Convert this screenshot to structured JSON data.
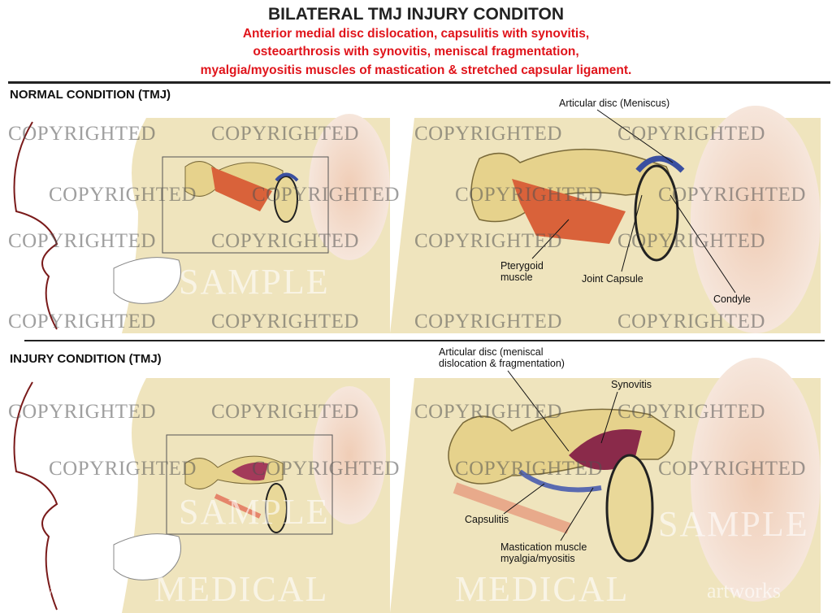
{
  "header": {
    "title": "BILATERAL TMJ INJURY CONDITON",
    "subtitle_lines": [
      "Anterior medial disc dislocation, capsulitis with synovitis,",
      "osteoarthrosis with synovitis, meniscal fragmentation,",
      "myalgia/myositis muscles of mastication &  stretched capsular ligament."
    ]
  },
  "normal": {
    "heading": "NORMAL CONDITION (TMJ)",
    "labels": {
      "disc": "Articular disc (Meniscus)",
      "pterygoid": "Pterygoid muscle",
      "capsule": "Joint Capsule",
      "condyle": "Condyle"
    }
  },
  "injury": {
    "heading": "INJURY CONDITION (TMJ)",
    "labels": {
      "disc_line1": "Articular disc (meniscal",
      "disc_line2": "dislocation & fragmentation)",
      "synovitis": "Synovitis",
      "capsulitis": "Capsulitis",
      "muscle_line1": "Mastication muscle",
      "muscle_line2": "myalgia/myositis"
    }
  },
  "watermark": {
    "copyright": "COPYRIGHTED",
    "sample": "SAMPLE",
    "brand": "MEDICAL",
    "brand_sub": "artworks"
  },
  "colors": {
    "title": "#222222",
    "subtitle": "#e0141b",
    "skin": "#efe2b8",
    "bone": "#e8d59a",
    "muscle": "#d9623a"
  }
}
